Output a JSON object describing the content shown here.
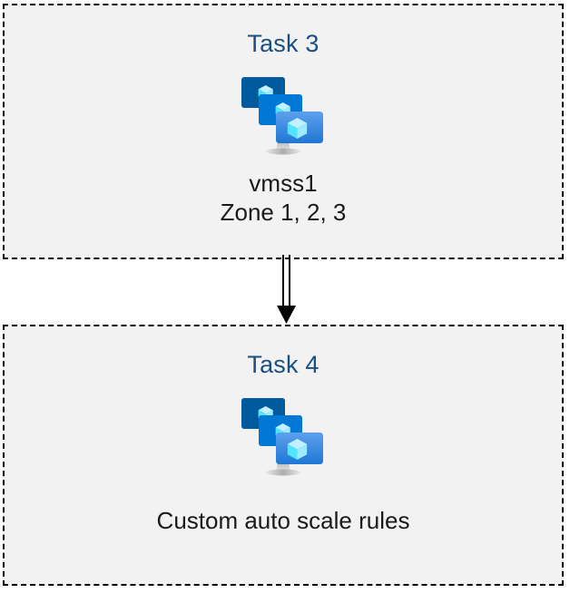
{
  "diagram": {
    "type": "flow",
    "background_color": "#ffffff",
    "box_fill_color": "#f2f2f2",
    "box_border_color": "#000000",
    "title_color": "#1a4f82",
    "caption_color": "#1a1a1a",
    "boxes": [
      {
        "title": "Task 3",
        "icon": "azure-vm-scale-set-icon",
        "captions": [
          "vmss1",
          "Zone 1, 2, 3"
        ]
      },
      {
        "title": "Task 4",
        "icon": "azure-vm-scale-set-icon",
        "captions": [
          "Custom auto scale rules"
        ]
      }
    ],
    "connector": {
      "name": "double-line-down-arrow",
      "from": "Task 3",
      "to": "Task 4",
      "color": "#000000"
    }
  },
  "icon_colors": {
    "monitor_back": "#005A9E",
    "monitor_middle": "#0078D4",
    "monitor_front_top": "#5EA0EF",
    "monitor_front_bottom": "#1E77D3",
    "cube_light": "#C3F1FF",
    "cube_mid": "#9CEBFF",
    "cube_dark": "#50E6FF",
    "stand": "#A0A0A0"
  }
}
